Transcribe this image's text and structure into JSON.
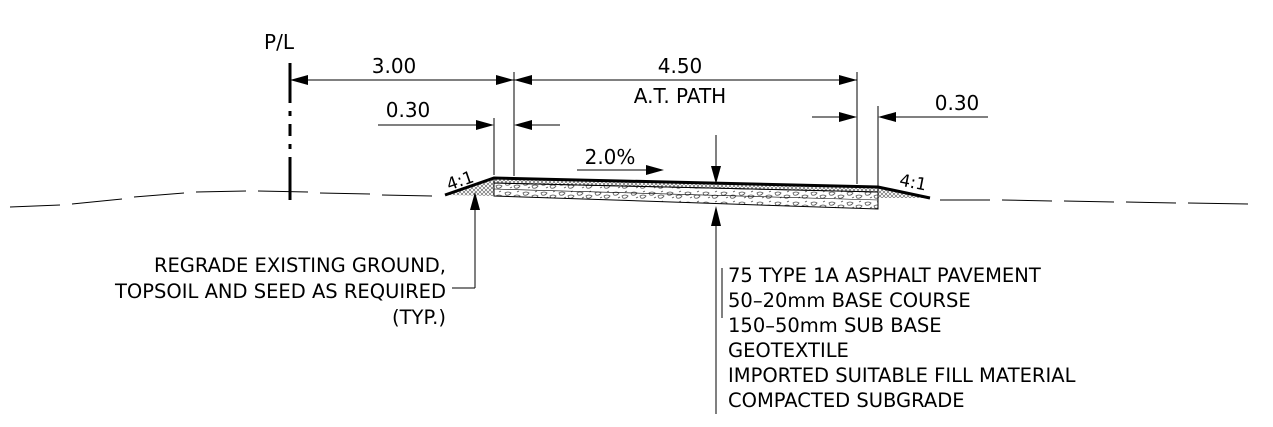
{
  "title": "",
  "labels": {
    "property_line": "P/L",
    "path_name": "A.T. PATH",
    "slope_percent": "2.0%",
    "side_slope_left": "4:1",
    "side_slope_right": "4:1"
  },
  "dimensions": {
    "offset_to_path": "3.00",
    "path_width": "4.50",
    "shoulder_left": "0.30",
    "shoulder_right": "0.30"
  },
  "callouts": {
    "regrade_line1": "REGRADE EXISTING GROUND,",
    "regrade_line2": "TOPSOIL AND SEED AS REQUIRED",
    "regrade_line3": "(TYP.)",
    "layers": [
      "75 TYPE 1A ASPHALT PAVEMENT",
      "50–20mm BASE COURSE",
      "150–50mm SUB BASE",
      "GEOTEXTILE",
      "IMPORTED SUITABLE FILL MATERIAL",
      "COMPACTED SUBGRADE"
    ]
  },
  "colors": {
    "line": "#000000",
    "background": "#ffffff",
    "hatch": "#555555"
  }
}
